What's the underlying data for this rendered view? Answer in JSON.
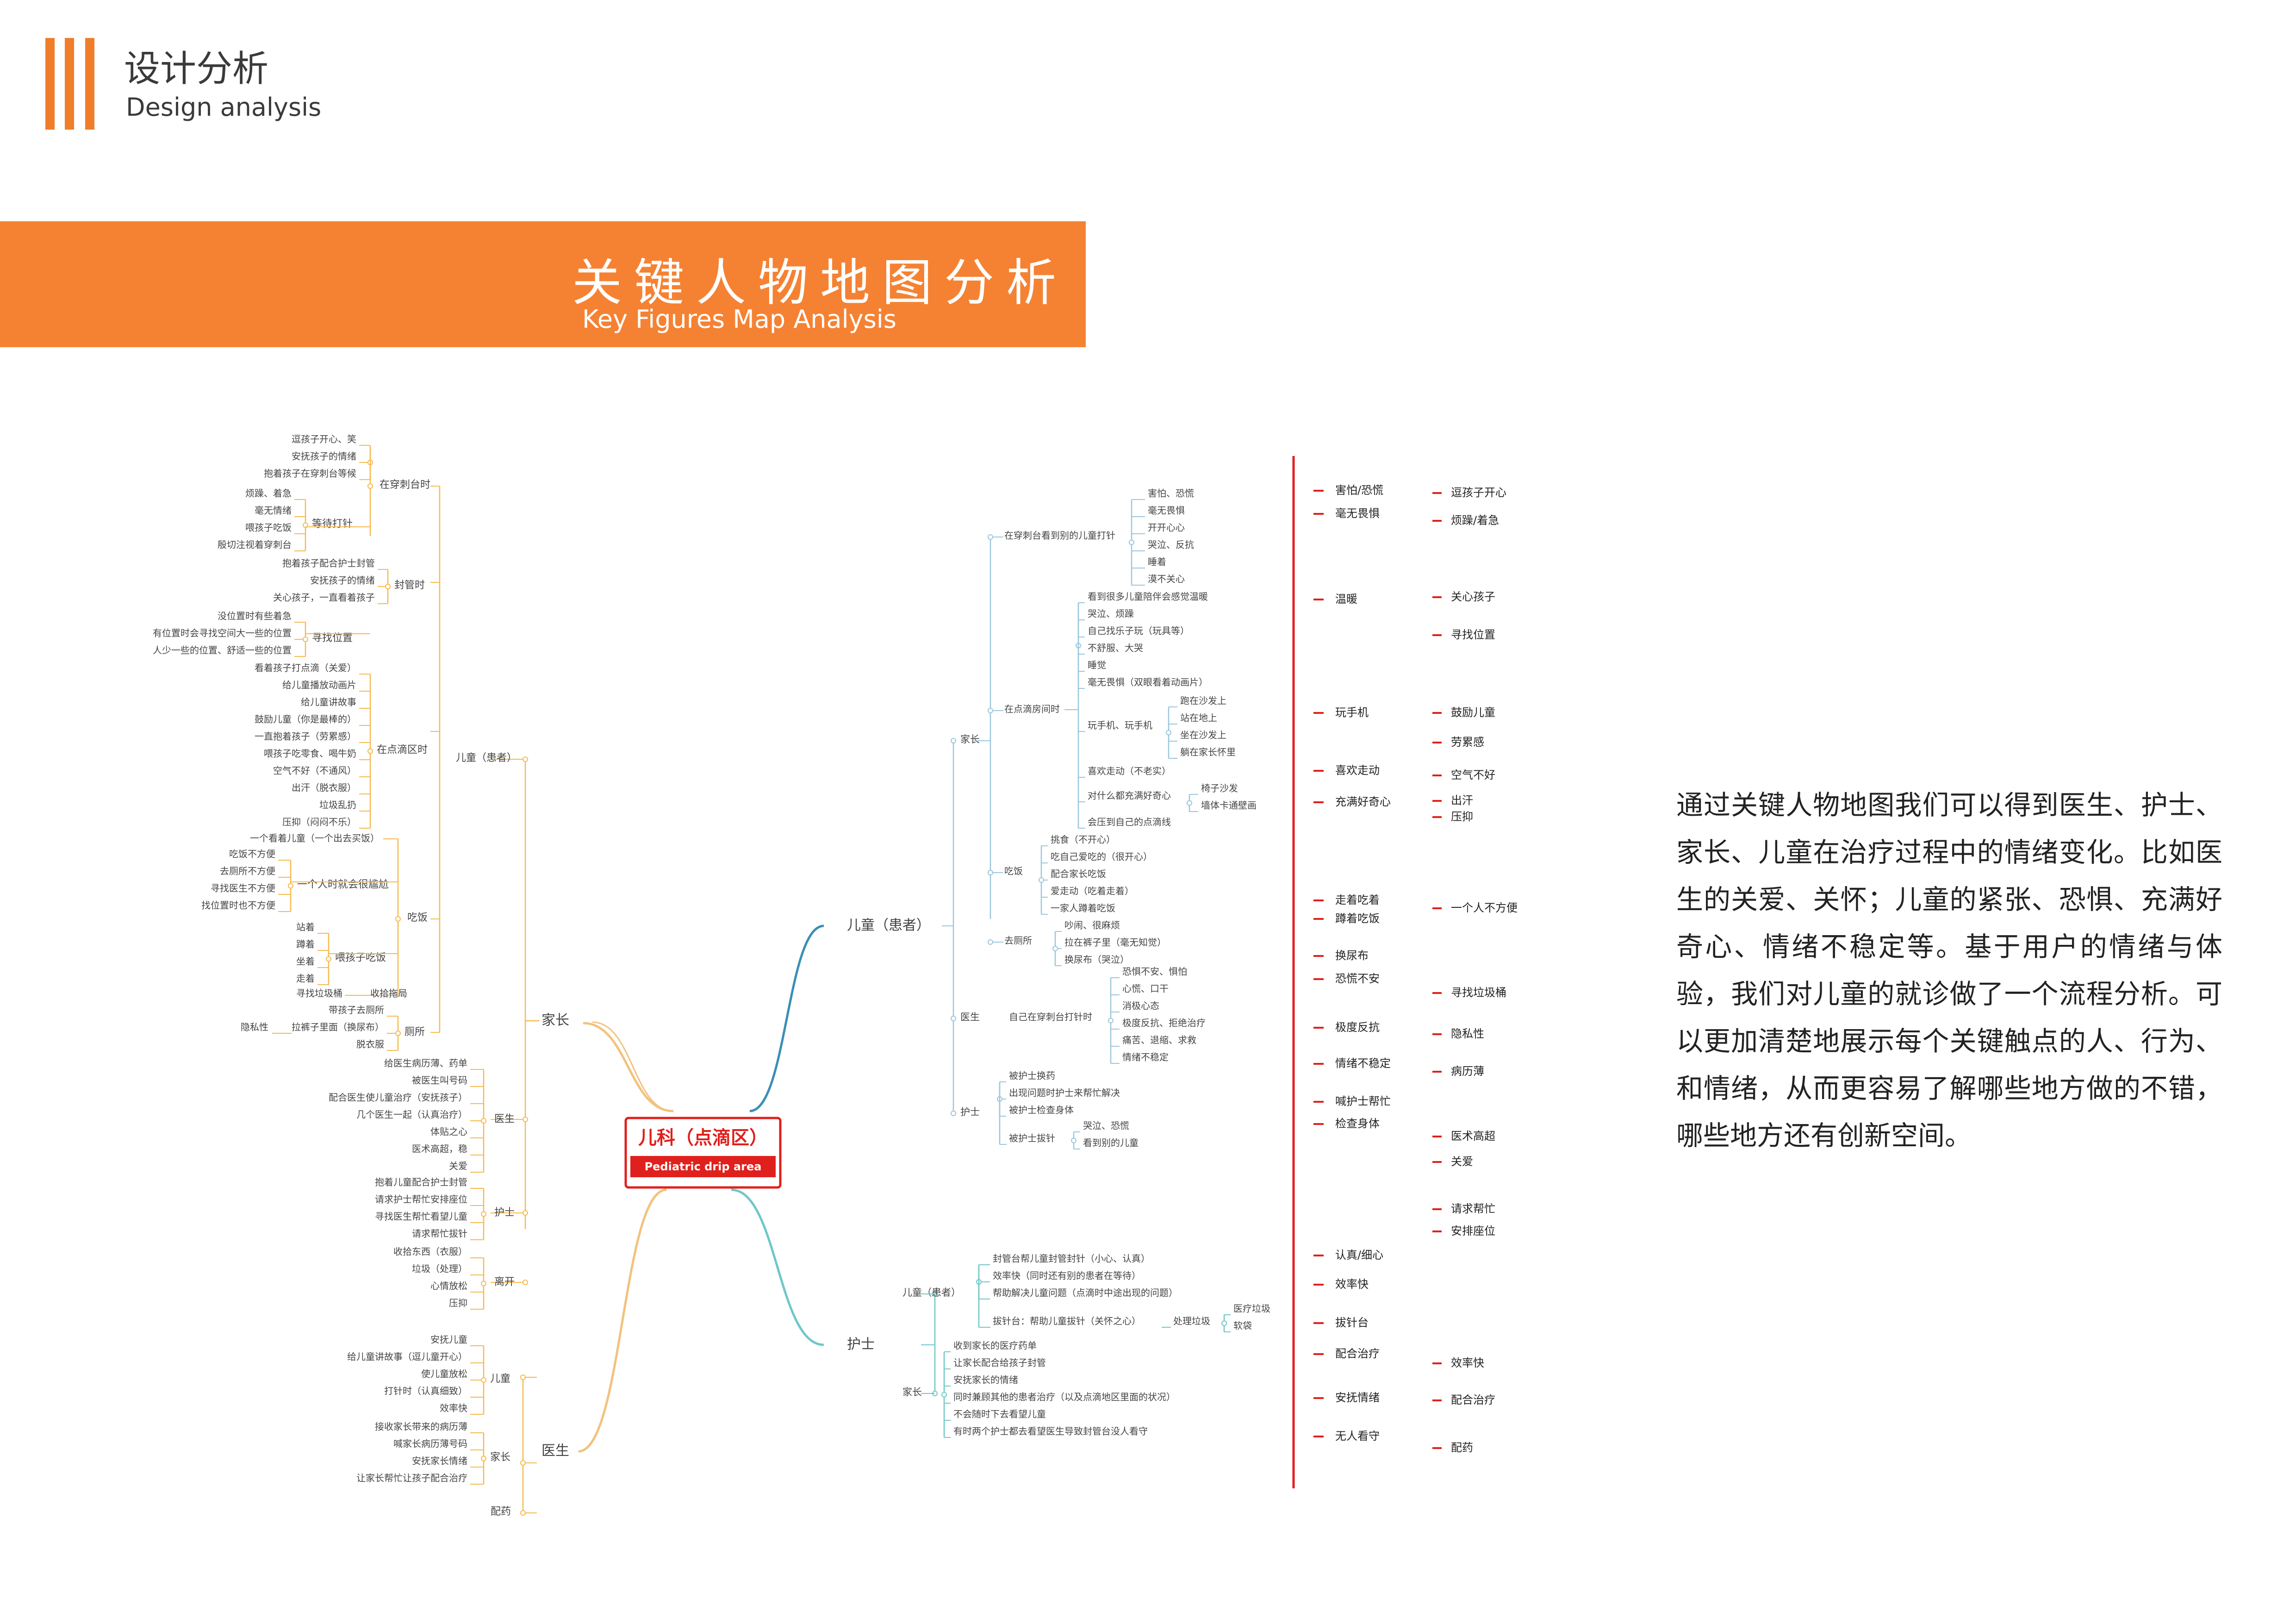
{
  "header": {
    "title": "设计分析",
    "subtitle": "Design analysis"
  },
  "banner": {
    "title": "关键人物地图分析",
    "subtitle": "Key Figures Map Analysis"
  },
  "root": {
    "title": "儿科（点滴区）",
    "subtitle": "Pediatric drip area"
  },
  "branches": {
    "parent": "家长",
    "doctor": "医生",
    "child": "儿童（患者）",
    "nurse": "护士"
  },
  "parent_tree": {
    "child_patient": "儿童（患者）",
    "doctor": "医生",
    "nurse": "护士",
    "leave": "离开",
    "stage_wait_frontdesk": "在穿刺台时",
    "waiting_inject": "等待打针",
    "stage_seal": "封管时",
    "find_seat": "寻找位置",
    "stage_drip": "在点滴区时",
    "eat": "吃饭",
    "alone_feed": "一个人时就会很尴尬",
    "feed_child": "喂孩子吃饭",
    "take_to_toilet": "收拾拖局",
    "toilet": "厕所",
    "privacy": "隐私性",
    "frontdesk_items": [
      "逗孩子开心、笑",
      "安抚孩子的情绪",
      "抱着孩子在穿刺台等候"
    ],
    "waiting_items": [
      "烦躁、着急",
      "毫无情绪",
      "喂孩子吃饭",
      "殷切注视着穿刺台"
    ],
    "seal_items": [
      "抱着孩子配合护士封管",
      "安抚孩子的情绪",
      "关心孩子，一直看着孩子"
    ],
    "seat_items": [
      "没位置时有些着急",
      "有位置时会寻找空间大一些的位置",
      "人少一些的位置、舒适一些的位置"
    ],
    "drip_items": [
      "看着孩子打点滴（关爱）",
      "给儿童播放动画片",
      "给儿童讲故事",
      "鼓励儿童（你是最棒的）",
      "一直抱着孩子（劳累感）",
      "喂孩子吃零食、喝牛奶",
      "空气不好（不通风）",
      "出汗（脱衣服）",
      "垃圾乱扔",
      "压抑（闷闷不乐）"
    ],
    "eat_top": "一个看着儿童（一个出去买饭）",
    "alone_items": [
      "吃饭不方便",
      "去厕所不方便",
      "寻找医生不方便",
      "找位置时也不方便"
    ],
    "feed_items": [
      "站着",
      "蹲着",
      "坐着",
      "走着"
    ],
    "trash": "寻找垃圾桶",
    "toilet_items": [
      "带孩子去厕所",
      "拉裤子里面（换尿布）",
      "脱衣服"
    ],
    "doctor_items": [
      "给医生病历薄、药单",
      "被医生叫号码",
      "配合医生使儿童治疗（安抚孩子）",
      "几个医生一起（认真治疗）",
      "体贴之心",
      "医术高超，稳",
      "关爱"
    ],
    "nurse_items": [
      "抱着儿童配合护士封管",
      "请求护士帮忙安排座位",
      "寻找医生帮忙看望儿童",
      "请求帮忙拔针"
    ],
    "leave_items": [
      "收拾东西（衣服）",
      "垃圾（处理）",
      "心情放松",
      "压抑"
    ]
  },
  "doctor_tree": {
    "child": "儿童",
    "parent": "家长",
    "medicine": "配药",
    "child_items": [
      "安抚儿童",
      "给儿童讲故事（逗儿童开心）",
      "使儿童放松",
      "打针时（认真细致）",
      "效率快"
    ],
    "parent_items": [
      "接收家长带来的病历薄",
      "喊家长病历薄号码",
      "安抚家长情绪",
      "让家长帮忙让孩子配合治疗"
    ]
  },
  "child_tree": {
    "parent": "家长",
    "doctor": "医生",
    "nurse": "护士",
    "frontdesk": "在穿刺台看到别的儿童打针",
    "drip_room": "在点滴房间时",
    "eat": "吃饭",
    "toilet": "去厕所",
    "doctor_frontdesk": "自己在穿刺台打针时",
    "play": "玩手机、玩手机",
    "curious": "对什么都充满好奇心",
    "frontdesk_items": [
      "害怕、恐慌",
      "毫无畏惧",
      "开开心心",
      "哭泣、反抗",
      "睡着",
      "漠不关心"
    ],
    "drip_items": [
      "看到很多儿童陪伴会感觉温暖",
      "哭泣、烦躁",
      "自己找乐子玩（玩具等）",
      "不舒服、大哭",
      "睡觉",
      "毫无畏惧（双眼看着动画片）"
    ],
    "play_items": [
      "跑在沙发上",
      "站在地上",
      "坐在沙发上",
      "躺在家长怀里"
    ],
    "like_walk": "喜欢走动（不老实）",
    "curious_items": [
      "椅子沙发",
      "墙体卡通壁画"
    ],
    "compare": "会压到自己的点滴线",
    "eat_items": [
      "挑食（不开心）",
      "吃自己爱吃的（很开心）",
      "配合家长吃饭",
      "爱走动（吃着走着）",
      "一家人蹲着吃饭"
    ],
    "toilet_items": [
      "吵闹、很麻烦",
      "拉在裤子里（毫无知觉）",
      "换尿布（哭泣）"
    ],
    "doctor_items": [
      "恐惧不安、惧怕",
      "心慌、口干",
      "消极心态",
      "极度反抗、拒绝治疗",
      "痛苦、退缩、求救",
      "情绪不稳定"
    ],
    "nurse_items": [
      "被护士换药",
      "出现问题时护士来帮忙解决",
      "被护士检查身体"
    ],
    "nurse_pull": "被护士拔针",
    "nurse_pull_items": [
      "哭泣、恐慌",
      "看到别的儿童"
    ]
  },
  "nurse_tree": {
    "child": "儿童（患者）",
    "parent": "家长",
    "treat": "处理垃圾",
    "child_items": [
      "封管台帮儿童封管封针（小心、认真）",
      "效率快（同时还有别的患者在等待）",
      "帮助解决儿童问题（点滴时中途出现的问题）"
    ],
    "pull": "拔针台：帮助儿童拔针（关怀之心）",
    "treat_items": [
      "医疗垃圾",
      "软袋"
    ],
    "parent_items": [
      "收到家长的医疗药单",
      "让家长配合给孩子封管",
      "安抚家长的情绪",
      "同时兼顾其他的患者治疗（以及点滴地区里面的状况）",
      "不会随时下去看望儿童",
      "有时两个护士都去看望医生导致封管台没人看守"
    ]
  },
  "emotions_a": [
    "害怕/恐慌",
    "毫无畏惧",
    "温暖",
    "玩手机",
    "喜欢走动",
    "充满好奇心",
    "走着吃着",
    "蹲着吃饭",
    "换尿布",
    "恐慌不安",
    "极度反抗",
    "情绪不稳定",
    "喊护士帮忙",
    "检查身体",
    "认真/细心",
    "效率快",
    "拔针台",
    "配合治疗",
    "安抚情绪",
    "无人看守"
  ],
  "emotions_b": [
    "逗孩子开心",
    "烦躁/着急",
    "关心孩子",
    "寻找位置",
    "鼓励儿童",
    "劳累感",
    "空气不好",
    "出汗",
    "压抑",
    "一个人不方便",
    "寻找垃圾桶",
    "隐私性",
    "病历薄",
    "医术高超",
    "关爱",
    "请求帮忙",
    "安排座位",
    "效率快",
    "配合治疗",
    "配药"
  ],
  "description": "通过关键人物地图我们可以得到医生、护士、家长、儿童在治疗过程中的情绪变化。比如医生的关爱、关怀；儿童的紧张、恐惧、充满好奇心、情绪不稳定等。基于用户的情绪与体验，我们对儿童的就诊做了一个流程分析。可以更加清楚地展示每个关键触点的人、行为、和情绪，从而更容易了解哪些地方做的不错，哪些地方还有创新空间。",
  "colors": {
    "accent": "#f58233",
    "root_border": "#e0201c",
    "parent_branch": "#f2c27e",
    "doctor_branch": "#f2c27e",
    "child_branch": "#3b8fb5",
    "nurse_branch": "#6fc7c9",
    "child_link": "#9bc6dc",
    "emotion_red": "#e0201c"
  }
}
